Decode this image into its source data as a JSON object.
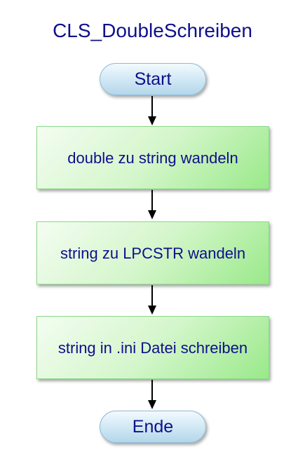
{
  "diagram": {
    "title": "CLS_DoubleSchreiben",
    "nodes": [
      {
        "id": "start",
        "type": "terminal",
        "label": "Start"
      },
      {
        "id": "step1",
        "type": "process",
        "label": "double zu string wandeln"
      },
      {
        "id": "step2",
        "type": "process",
        "label": "string zu LPCSTR wandeln"
      },
      {
        "id": "step3",
        "type": "process",
        "label": "string in .ini Datei schreiben"
      },
      {
        "id": "end",
        "type": "terminal",
        "label": "Ende"
      }
    ],
    "edges": [
      {
        "from": "start",
        "to": "step1"
      },
      {
        "from": "step1",
        "to": "step2"
      },
      {
        "from": "step2",
        "to": "step3"
      },
      {
        "from": "step3",
        "to": "end"
      }
    ],
    "colors": {
      "text": "#0f0f8a",
      "terminal_fill": "#cfe7f4",
      "process_fill": "#c9f3bf",
      "arrow": "#000000"
    }
  }
}
